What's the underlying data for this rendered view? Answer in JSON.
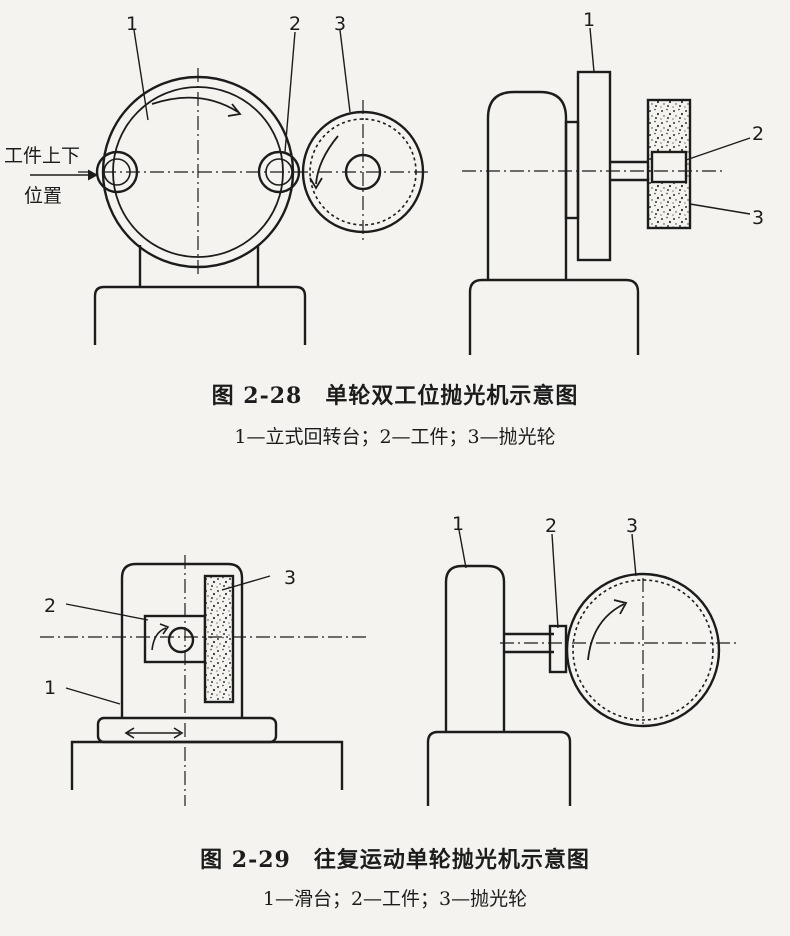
{
  "fig1": {
    "title": "图 2-28　单轮双工位抛光机示意图",
    "legend": "1—立式回转台；2—工件；3—抛光轮",
    "left_labels": {
      "n1": "1",
      "n2": "2",
      "n3": "3",
      "position_line1": "工件上下",
      "position_line2": "位置"
    },
    "right_labels": {
      "n1": "1",
      "n2": "2",
      "n3": "3"
    }
  },
  "fig2": {
    "title": "图 2-29　往复运动单轮抛光机示意图",
    "legend": "1—滑台；2—工件；3—抛光轮",
    "left_labels": {
      "n1": "1",
      "n2": "2",
      "n3": "3"
    },
    "right_labels": {
      "n1": "1",
      "n2": "2",
      "n3": "3"
    }
  }
}
